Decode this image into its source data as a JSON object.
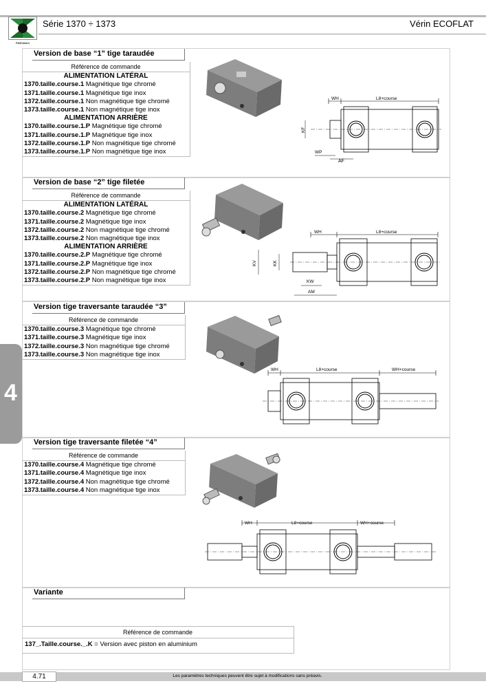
{
  "header": {
    "logo_text": "PNEUMAX",
    "series": "Série 1370 ÷ 1373",
    "product": "Vérin ECOFLAT"
  },
  "side_tab": "4",
  "sections": [
    {
      "title": "Version de base “1” tige taraudée",
      "ref_label": "Référence de commande",
      "groups": [
        {
          "subtitle": "ALIMENTATION LATÉRAL",
          "rows": [
            {
              "code": "1370.taille.course.1",
              "desc": "Magnétique tige chromé"
            },
            {
              "code": "1371.taille.course.1",
              "desc": "Magnétique tige inox"
            },
            {
              "code": "1372.taille.course.1",
              "desc": "Non magnétique tige chromé"
            },
            {
              "code": "1373.taille.course.1",
              "desc": "Non magnétique tige inox"
            }
          ]
        },
        {
          "subtitle": "ALIMENTATION ARRIÈRE",
          "rows": [
            {
              "code": "1370.taille.course.1.P",
              "desc": "Magnétique tige chromé"
            },
            {
              "code": "1371.taille.course.1.P",
              "desc": "Magnétique tige inox"
            },
            {
              "code": "1372.taille.course.1.P",
              "desc": "Non magnétique tige chromé"
            },
            {
              "code": "1373.taille.course.1.P",
              "desc": "Non magnétique tige inox"
            }
          ]
        }
      ],
      "dims": [
        "WH",
        "L8+course",
        "KF",
        "WP",
        "AF"
      ]
    },
    {
      "title": "Version de base “2” tige filetée",
      "ref_label": "Référence de commande",
      "groups": [
        {
          "subtitle": "ALIMENTATION LATÉRAL",
          "rows": [
            {
              "code": "1370.taille.course.2",
              "desc": "Magnétique tige chromé"
            },
            {
              "code": "1371.taille.course.2",
              "desc": "Magnétique tige inox"
            },
            {
              "code": "1372.taille.course.2",
              "desc": "Non magnétique tige chromé"
            },
            {
              "code": "1373.taille.course.2",
              "desc": "Non magnétique tige inox"
            }
          ]
        },
        {
          "subtitle": "ALIMENTATION ARRIÈRE",
          "rows": [
            {
              "code": "1370.taille.course.2.P",
              "desc": "Magnétique tige chromé"
            },
            {
              "code": "1371.taille.course.2.P",
              "desc": "Magnétique tige inox"
            },
            {
              "code": "1372.taille.course.2.P",
              "desc": "Non magnétique tige chromé"
            },
            {
              "code": "1373.taille.course.2.P",
              "desc": "Non magnétique tige inox"
            }
          ]
        }
      ],
      "dims": [
        "WH",
        "L8+course",
        "KV",
        "KK",
        "KW",
        "AM"
      ]
    },
    {
      "title": "Version tige traversante taraudée “3”",
      "ref_label": "Référence de commande",
      "groups": [
        {
          "subtitle": "",
          "rows": [
            {
              "code": "1370.taille.course.3",
              "desc": "Magnétique tige chromé"
            },
            {
              "code": "1371.taille.course.3",
              "desc": "Magnétique tige inox"
            },
            {
              "code": "1372.taille.course.3",
              "desc": "Non magnétique tige chromé"
            },
            {
              "code": "1373.taille.course.3",
              "desc": "Non magnétique tige inox"
            }
          ]
        }
      ],
      "dims": [
        "WH",
        "L8+course",
        "WH+course"
      ]
    },
    {
      "title": "Version tige traversante filetée “4”",
      "ref_label": "Référence de commande",
      "groups": [
        {
          "subtitle": "",
          "rows": [
            {
              "code": "1370.taille.course.4",
              "desc": "Magnétique tige chromé"
            },
            {
              "code": "1371.taille.course.4",
              "desc": "Magnétique tige inox"
            },
            {
              "code": "1372.taille.course.4",
              "desc": "Non magnétique tige chromé"
            },
            {
              "code": "1373.taille.course.4",
              "desc": "Non magnétique tige inox"
            }
          ]
        }
      ],
      "dims": [
        "WH",
        "L8+course",
        "WH+course"
      ]
    }
  ],
  "variant": {
    "title": "Variante",
    "ref_label": "Référence de commande",
    "code": "137_.Taille.course._.K",
    "desc": "= Version avec piston en aluminium"
  },
  "footer": {
    "page": "4.71",
    "note": "Les paramètres techniques peuvent être sujet à modifications sans préavis."
  }
}
